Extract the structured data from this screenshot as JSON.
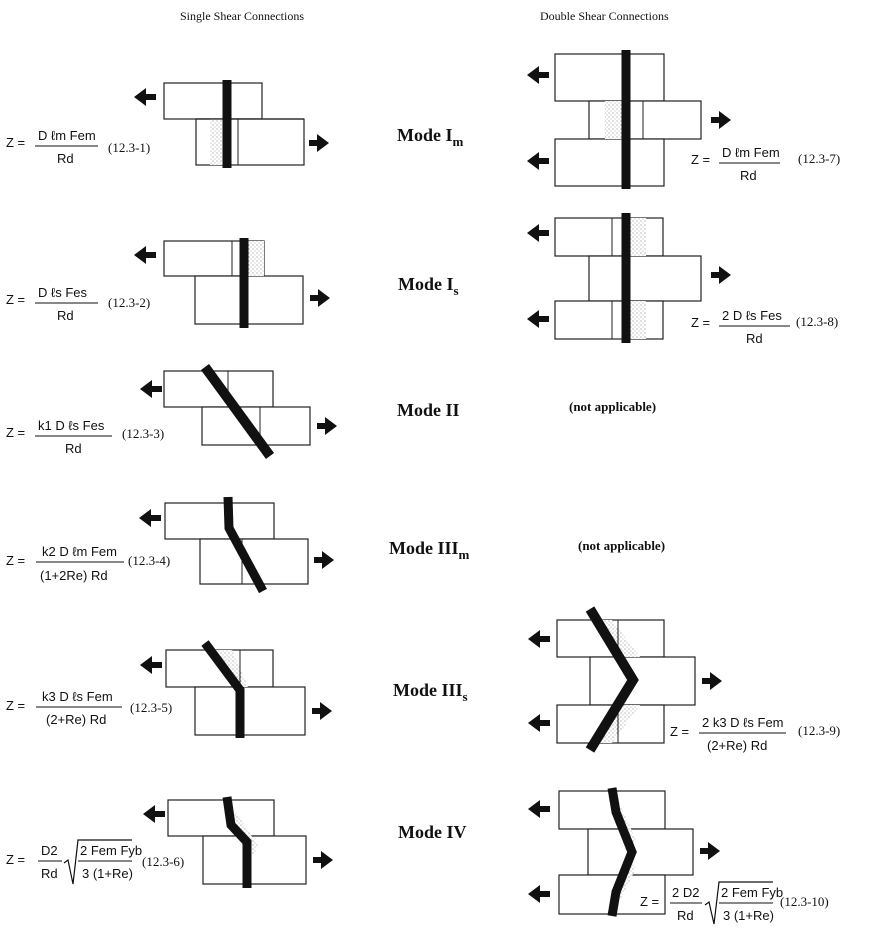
{
  "headers": {
    "single": "Single Shear Connections",
    "double": "Double Shear Connections"
  },
  "modes": [
    {
      "base": "Mode I",
      "sub": "m"
    },
    {
      "base": "Mode I",
      "sub": "s"
    },
    {
      "base": "Mode II",
      "sub": ""
    },
    {
      "base": "Mode III",
      "sub": "m"
    },
    {
      "base": "Mode III",
      "sub": "s"
    },
    {
      "base": "Mode IV",
      "sub": ""
    }
  ],
  "not_applicable": "(not applicable)",
  "equation_numbers": {
    "single": [
      "(12.3-1)",
      "(12.3-2)",
      "(12.3-3)",
      "(12.3-4)",
      "(12.3-5)",
      "(12.3-6)"
    ],
    "double": [
      "(12.3-7)",
      "(12.3-8)",
      "(12.3-9)",
      "(12.3-10)"
    ]
  },
  "equations": {
    "eq1": {
      "lhs": "Z =",
      "num": "D ℓm Fem",
      "den": "Rd"
    },
    "eq2": {
      "lhs": "Z =",
      "num": "D ℓs Fes",
      "den": "Rd"
    },
    "eq3": {
      "lhs": "Z =",
      "num": "k1 D ℓs Fes",
      "den": "Rd"
    },
    "eq4": {
      "lhs": "Z =",
      "num": "k2 D ℓm Fem",
      "den": "(1+2Re) Rd"
    },
    "eq5": {
      "lhs": "Z =",
      "num": "k3 D ℓs Fem",
      "den": "(2+Re) Rd"
    },
    "eq6": {
      "lhs": "Z =",
      "num": "D2",
      "den": "Rd",
      "root_num": "2 Fem Fyb",
      "root_den": "3 (1+Re)"
    },
    "eq7": {
      "lhs": "Z =",
      "num": "D ℓm Fem",
      "den": "Rd"
    },
    "eq8": {
      "lhs": "Z =",
      "num": "2 D ℓs Fes",
      "den": "Rd"
    },
    "eq9": {
      "lhs": "Z =",
      "num": "2 k3 D ℓs Fem",
      "den": "(2+Re) Rd"
    },
    "eq10": {
      "lhs": "Z =",
      "num": "2 D2",
      "den": "Rd",
      "root_num": "2 Fem Fyb",
      "root_den": "3 (1+Re)"
    }
  },
  "colors": {
    "line": "#111111",
    "stipple": "#777777",
    "background": "#ffffff"
  },
  "icons": [
    "load-arrow-icon"
  ]
}
